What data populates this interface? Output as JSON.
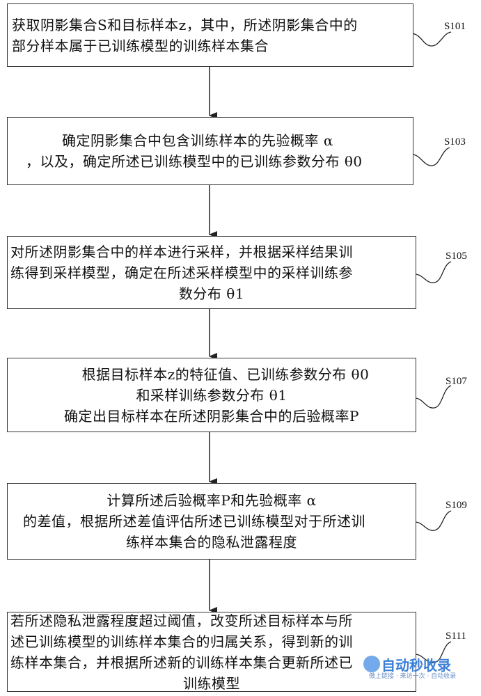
{
  "steps": [
    {
      "label": "S101",
      "lines": [
        "获取阴影集合S和目标样本z，其中，所述阴影集合中的",
        "部分样本属于已训练模型的训练样本集合"
      ]
    },
    {
      "label": "S103",
      "lines": [
        "确定阴影集合中包含训练样本的先验概率 α",
        "，以及，确定所述已训练模型中的已训练参数分布 θ0"
      ]
    },
    {
      "label": "S105",
      "lines": [
        "对所述阴影集合中的样本进行采样，并根据采样结果训",
        "练得到采样模型，确定在所述采样模型中的采样训练参",
        "数分布 θ1"
      ]
    },
    {
      "label": "S107",
      "lines": [
        "根据目标样本z的特征值、已训练参数分布 θ0",
        "和采样训练参数分布 θ1",
        "确定出目标样本在所述阴影集合中的后验概率P"
      ]
    },
    {
      "label": "S109",
      "lines": [
        "计算所述后验概率P和先验概率 α",
        "的差值，根据所述差值评估所述已训练模型对于所述训",
        "练样本集合的隐私泄露程度"
      ]
    },
    {
      "label": "S111",
      "lines": [
        "若所述隐私泄露程度超过阈值，改变所述目标样本与所",
        "述已训练模型的训练样本集合的归属关系，得到新的训",
        "练样本集合，并根据所述新的训练样本集合更新所述已",
        "训练模型"
      ]
    }
  ],
  "watermark": {
    "text": "自动秒收录",
    "subtext": "傲上链接 · 来访一次 · 自动收录"
  }
}
